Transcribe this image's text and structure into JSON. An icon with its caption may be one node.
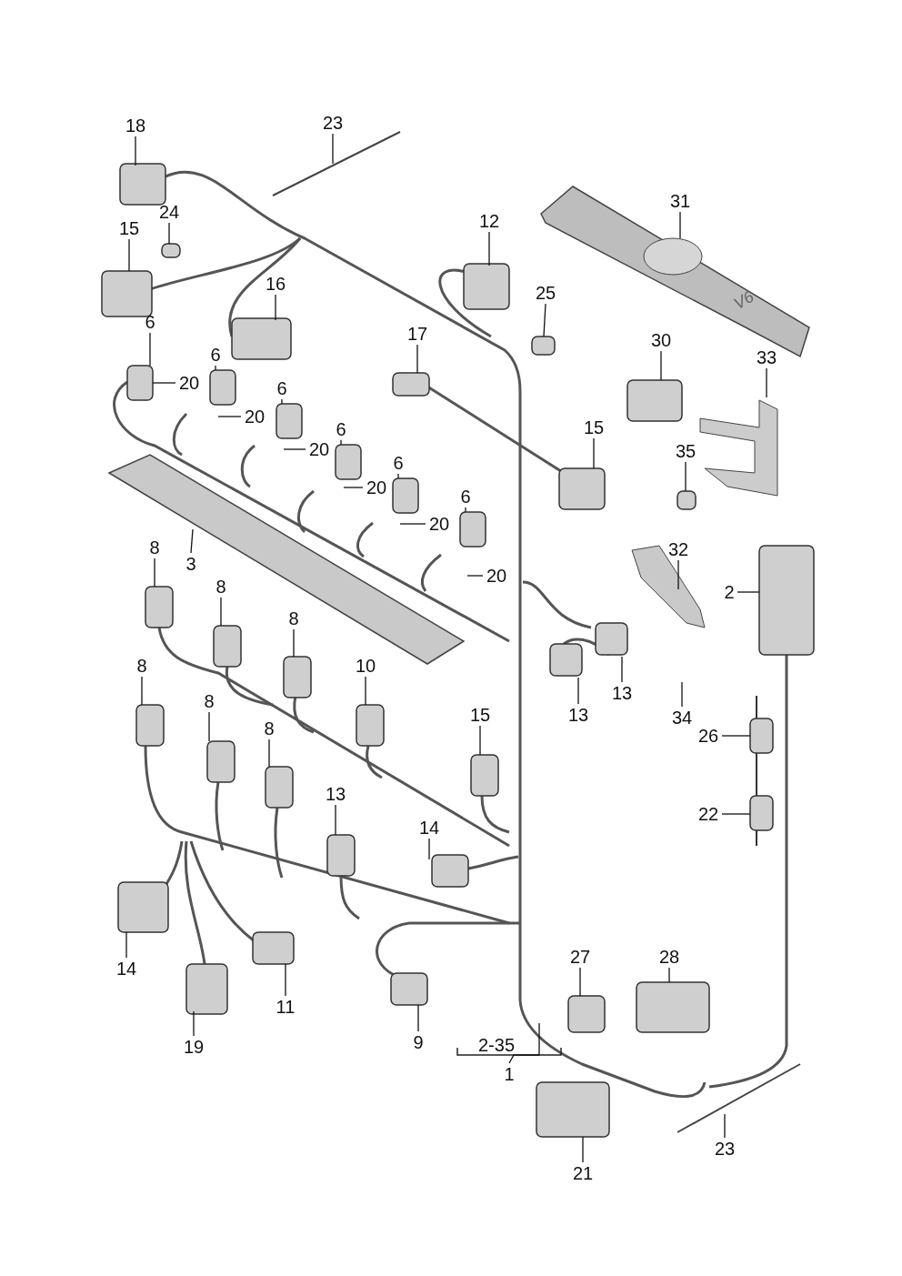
{
  "diagram": {
    "nodes": [
      {
        "text": [
          "18"
        ]
      },
      {
        "text": [
          "23"
        ]
      },
      {
        "text": [
          "12"
        ]
      },
      {
        "text": [
          "31"
        ]
      },
      {
        "text": [
          "24"
        ]
      },
      {
        "text": [
          "15"
        ]
      },
      {
        "text": [
          "16"
        ]
      },
      {
        "text": [
          "25"
        ]
      },
      {
        "text": [
          "6"
        ]
      },
      {
        "text": [
          "17"
        ]
      },
      {
        "text": [
          "30"
        ]
      },
      {
        "text": [
          "33"
        ]
      },
      {
        "text": [
          "6"
        ]
      },
      {
        "text": [
          "20"
        ]
      },
      {
        "text": [
          "6"
        ]
      },
      {
        "text": [
          "20"
        ]
      },
      {
        "text": [
          "15"
        ]
      },
      {
        "text": [
          "6"
        ]
      },
      {
        "text": [
          "20"
        ]
      },
      {
        "text": [
          "35"
        ]
      },
      {
        "text": [
          "6"
        ]
      },
      {
        "text": [
          "20"
        ]
      },
      {
        "text": [
          "6"
        ]
      },
      {
        "text": [
          "20"
        ]
      },
      {
        "text": [
          "32"
        ]
      },
      {
        "text": [
          "8"
        ]
      },
      {
        "text": [
          "3"
        ]
      },
      {
        "text": [
          "20"
        ]
      },
      {
        "text": [
          "2"
        ]
      },
      {
        "text": [
          "8"
        ]
      },
      {
        "text": [
          "8"
        ]
      },
      {
        "text": [
          "10"
        ]
      },
      {
        "text": [
          "8"
        ]
      },
      {
        "text": [
          "13"
        ]
      },
      {
        "text": [
          "13"
        ]
      },
      {
        "text": [
          "34"
        ]
      },
      {
        "text": [
          "15"
        ]
      },
      {
        "text": [
          "8"
        ]
      },
      {
        "text": [
          "8"
        ]
      },
      {
        "text": [
          "26"
        ]
      },
      {
        "text": [
          "13"
        ]
      },
      {
        "text": [
          "14"
        ]
      },
      {
        "text": [
          "22"
        ]
      },
      {
        "text": [
          "14"
        ]
      },
      {
        "text": [
          "27"
        ]
      },
      {
        "text": [
          "28"
        ]
      },
      {
        "text": [
          "11"
        ]
      },
      {
        "text": [
          "19"
        ]
      },
      {
        "text": [
          "9"
        ]
      },
      {
        "text": [
          "1"
        ]
      },
      {
        "text": [
          "21"
        ]
      },
      {
        "text": [
          "23"
        ]
      }
    ],
    "edges": [
      {
        "from": 0,
        "to": null,
        "arrow": "none"
      },
      {
        "from": 1,
        "to": null,
        "arrow": "none"
      },
      {
        "from": 2,
        "to": null,
        "arrow": "none"
      },
      {
        "from": 3,
        "to": null,
        "arrow": "none"
      },
      {
        "from": 4,
        "to": null,
        "arrow": "none"
      },
      {
        "from": 5,
        "to": null,
        "arrow": "none"
      },
      {
        "from": 6,
        "to": null,
        "arrow": "none"
      },
      {
        "from": 7,
        "to": null,
        "arrow": "none"
      },
      {
        "from": 8,
        "to": null,
        "arrow": "none"
      },
      {
        "from": 9,
        "to": null,
        "arrow": "none"
      },
      {
        "from": 10,
        "to": null,
        "arrow": "none"
      },
      {
        "from": 11,
        "to": null,
        "arrow": "none"
      },
      {
        "from": 12,
        "to": null,
        "arrow": "none"
      },
      {
        "from": 13,
        "to": null,
        "arrow": "none"
      },
      {
        "from": 14,
        "to": null,
        "arrow": "none"
      },
      {
        "from": 15,
        "to": null,
        "arrow": "none"
      },
      {
        "from": 16,
        "to": null,
        "arrow": "none"
      },
      {
        "from": 17,
        "to": null,
        "arrow": "none"
      },
      {
        "from": 18,
        "to": null,
        "arrow": "none"
      },
      {
        "from": 19,
        "to": null,
        "arrow": "none"
      },
      {
        "from": 20,
        "to": null,
        "arrow": "none"
      },
      {
        "from": 21,
        "to": null,
        "arrow": "none"
      },
      {
        "from": 22,
        "to": null,
        "arrow": "none"
      },
      {
        "from": 23,
        "to": null,
        "arrow": "none"
      },
      {
        "from": 24,
        "to": null,
        "arrow": "none"
      },
      {
        "from": 25,
        "to": null,
        "arrow": "none"
      },
      {
        "from": 26,
        "to": null,
        "arrow": "none"
      },
      {
        "from": 27,
        "to": null,
        "arrow": "none"
      },
      {
        "from": 28,
        "to": null,
        "arrow": "none"
      },
      {
        "from": 29,
        "to": null,
        "arrow": "none"
      },
      {
        "from": 30,
        "to": null,
        "arrow": "none"
      },
      {
        "from": 31,
        "to": null,
        "arrow": "none"
      },
      {
        "from": 32,
        "to": null,
        "arrow": "none"
      },
      {
        "from": 33,
        "to": null,
        "arrow": "none"
      },
      {
        "from": 34,
        "to": null,
        "arrow": "none"
      },
      {
        "from": 35,
        "to": null,
        "arrow": "none"
      },
      {
        "from": 36,
        "to": null,
        "arrow": "none"
      },
      {
        "from": 37,
        "to": null,
        "arrow": "none"
      },
      {
        "from": 38,
        "to": null,
        "arrow": "none"
      },
      {
        "from": 39,
        "to": null,
        "arrow": "none"
      },
      {
        "from": 40,
        "to": null,
        "arrow": "none"
      },
      {
        "from": 41,
        "to": null,
        "arrow": "none"
      },
      {
        "from": 42,
        "to": null,
        "arrow": "none"
      },
      {
        "from": 43,
        "to": null,
        "arrow": "none"
      },
      {
        "from": 44,
        "to": null,
        "arrow": "none"
      },
      {
        "from": 45,
        "to": null,
        "arrow": "none"
      },
      {
        "from": 46,
        "to": null,
        "arrow": "none"
      },
      {
        "from": 47,
        "to": null,
        "arrow": "none"
      },
      {
        "from": 48,
        "to": null,
        "arrow": "none"
      },
      {
        "from": 49,
        "to": null,
        "arrow": "none"
      },
      {
        "from": 50,
        "to": null,
        "arrow": "none"
      },
      {
        "from": 51,
        "to": null,
        "arrow": "none"
      }
    ],
    "labels": [
      "V6",
      "2-35"
    ]
  }
}
